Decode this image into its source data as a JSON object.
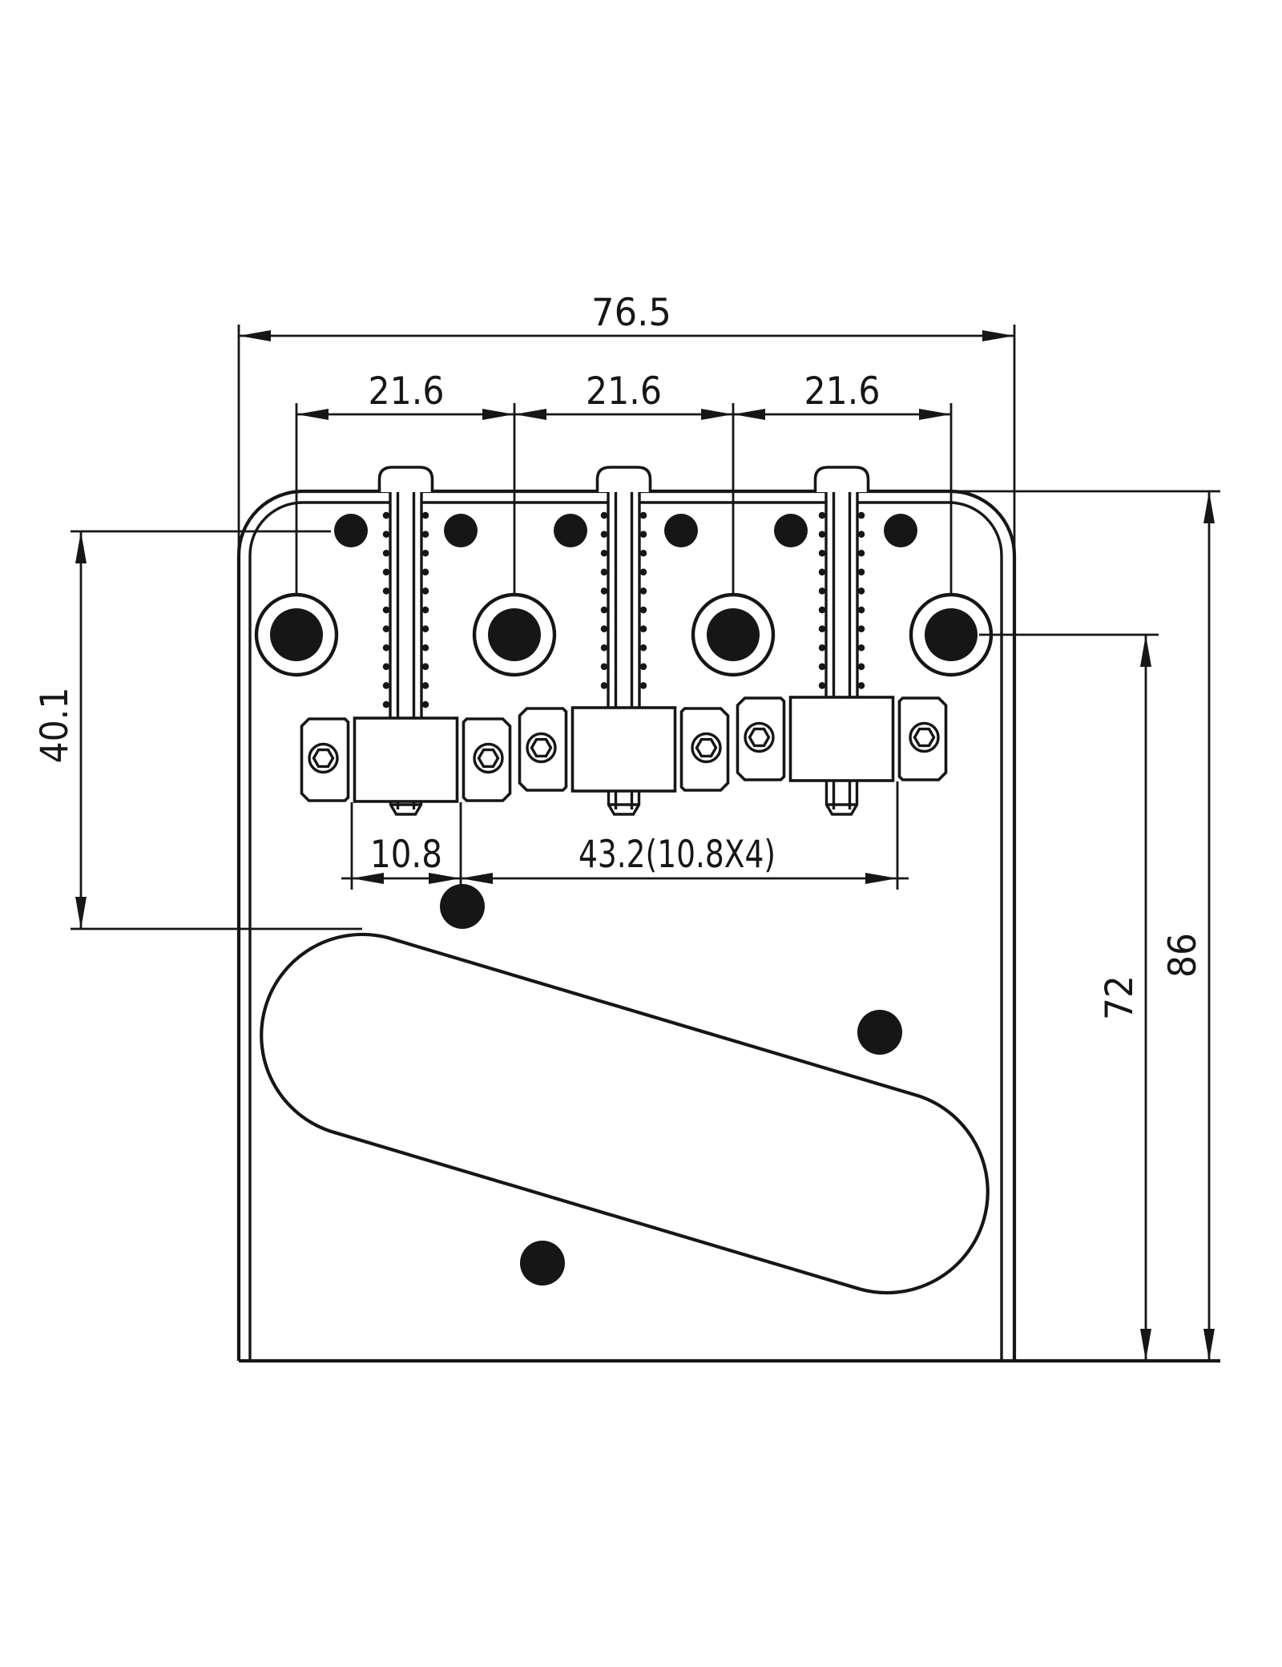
{
  "colors": {
    "ink": "#161616",
    "paper": "#ffffff"
  },
  "drawing": {
    "type": "mechanical-dimension-drawing",
    "subject": "bridge plate top view with three saddles",
    "units_shown": false,
    "labels": {
      "overall_width": "76.5",
      "saddle_spacing_1": "21.6",
      "saddle_spacing_2": "21.6",
      "saddle_spacing_3": "21.6",
      "front_holes_to_pickup_opening": "40.1",
      "string_pitch": "10.8",
      "string_span": "43.2(10.8X4)",
      "ferrule_row_to_bottom_edge": "72",
      "overall_height": "86"
    }
  }
}
